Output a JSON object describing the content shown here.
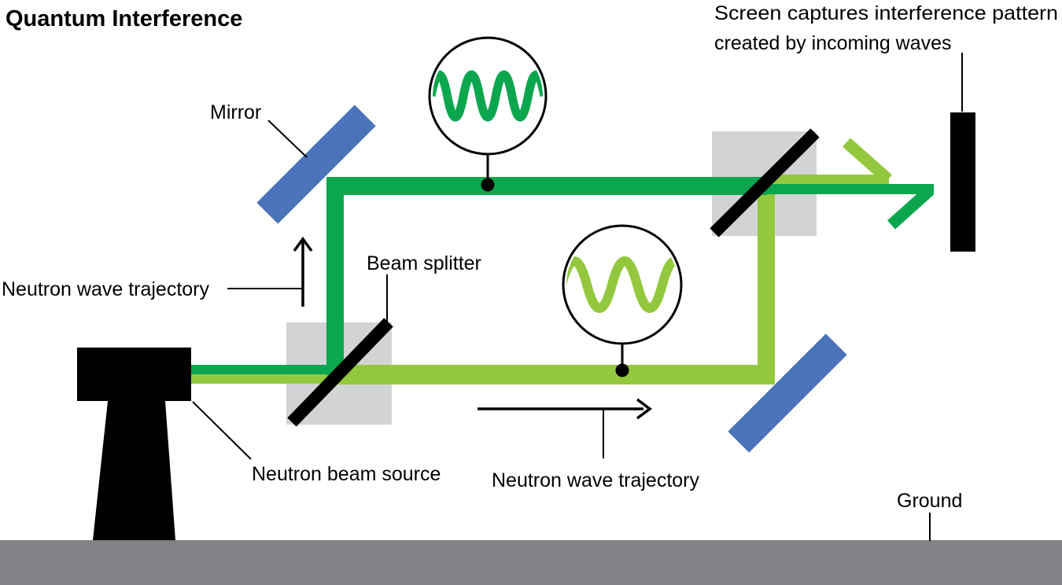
{
  "title": "Quantum Interference",
  "labels": {
    "mirror": "Mirror",
    "screen_line1": "Screen captures interference pattern",
    "screen_line2": "created by incoming waves",
    "trajectory_left": "Neutron wave trajectory",
    "beam_splitter": "Beam splitter",
    "source": "Neutron beam source",
    "trajectory_middle": "Neutron wave trajectory",
    "ground": "Ground"
  },
  "colors": {
    "dark_green": "#0ca64f",
    "light_green": "#93c83e",
    "mirror_blue": "#4a73b9",
    "splitter_gray": "#d2d3d5",
    "ground_gray": "#808285",
    "screen_black": "#000000"
  },
  "icons": {
    "wave_short": "high-frequency-sine-wave (3.5 cycles, dark green)",
    "wave_long": "low-frequency-sine-wave (2 cycles, light green)",
    "up_arrow": "upward-chevron-arrow",
    "right_arrow": "rightward-chevron-arrow"
  }
}
